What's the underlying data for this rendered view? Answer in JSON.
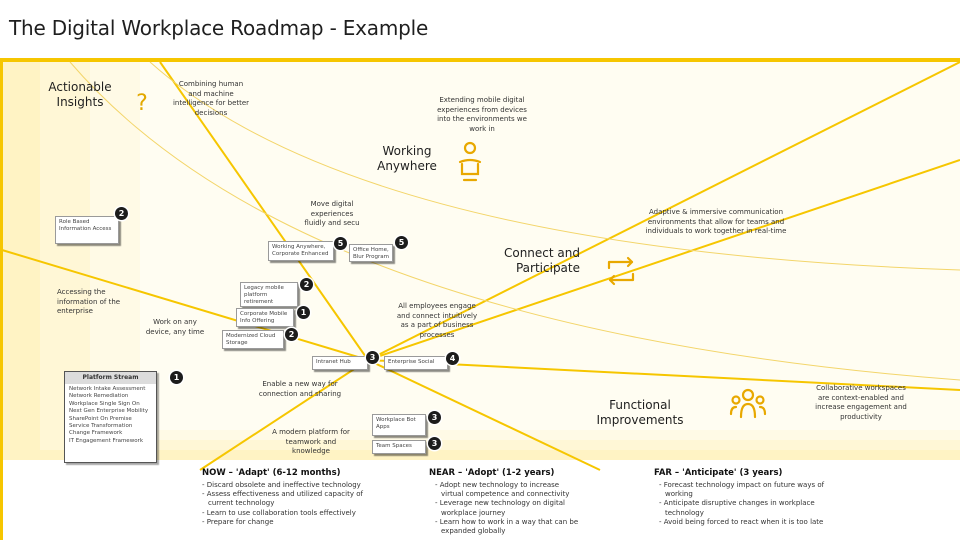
{
  "page": {
    "title": "The Digital Workplace Roadmap - Example"
  },
  "colors": {
    "band": "#fff3c4",
    "band_edge": "#f2cc44",
    "line": "#f6c600",
    "badge": "#1c1c1c"
  },
  "sections": {
    "actionable_insights": "Actionable Insights",
    "question_mark": "?",
    "working_anywhere": "Working Anywhere",
    "connect_participate": "Connect and Participate",
    "functional_improvements": "Functional Improvements"
  },
  "notes": {
    "combining": "Combining human and machine intelligence for better decisions",
    "extending": "Extending mobile digital experiences from devices into the environments we work in",
    "move_digital": "Move digital experiences fluidly and secu",
    "adaptive": "Adaptive & immersive communication environments that allow for teams and individuals to work together in real-time",
    "accessing": "Accessing the information of the enterprise",
    "work_any": "Work on any device, any time",
    "all_employees": "All employees engage and connect intuitively as a part of business processes",
    "enable": "Enable a new way for connection and sharing",
    "modern_platform": "A modern platform for teamwork and knowledge",
    "collaborative": "Collaborative workspaces are context-enabled and increase engagement and productivity"
  },
  "boxes": {
    "role_based": "Role Based Information Access",
    "working_anywhere_box": "Working Anywhere, Corporate Enhanced",
    "office_home": "Office Home, Blur Program",
    "legacy_mobile": "Legacy mobile platform retirement",
    "corporate_mobile": "Corporate Mobile Info Offering",
    "modern_storage": "Modernized Cloud Storage",
    "intranet_hub": "Intranet Hub",
    "enterprise_social": "Enterprise Social",
    "workplace_bot": "Workplace Bot Apps",
    "team_spaces": "Team Spaces"
  },
  "badges": {
    "b_role": "2",
    "b_working": "5",
    "b_office": "5",
    "b_legacy": "2",
    "b_corporate": "1",
    "b_storage": "2",
    "b_intranet": "3",
    "b_social": "4",
    "b_platform": "1",
    "b_bot": "3",
    "b_team": "3"
  },
  "platform": {
    "title": "Platform Stream",
    "lines": [
      "Network Intake Assessment",
      "Network Remediation",
      "Workplace Single Sign On",
      "Next Gen Enterprise Mobility",
      "SharePoint On Premise",
      "Service Transformation",
      "Change Framework",
      "IT Engagement Framework"
    ]
  },
  "phases": [
    {
      "title": "NOW – 'Adapt' (6-12 months)",
      "items": [
        "Discard obsolete and ineffective technology",
        "Assess effectiveness and utilized capacity of current technology",
        "Learn to use collaboration tools effectively",
        "Prepare for change"
      ]
    },
    {
      "title": "NEAR – 'Adopt' (1-2 years)",
      "items": [
        "Adopt new technology to increase virtual competence and connectivity",
        "Leverage new technology on digital workplace journey",
        "Learn how to work in a way that can be expanded globally"
      ]
    },
    {
      "title": "FAR – 'Anticipate' (3 years)",
      "items": [
        "Forecast technology impact on future ways of working",
        "Anticipate disruptive changes in workplace technology",
        "Avoid being forced to react when it is too late"
      ]
    }
  ],
  "icons": [
    "person-icon",
    "cycle-arrows-icon",
    "team-icon"
  ]
}
